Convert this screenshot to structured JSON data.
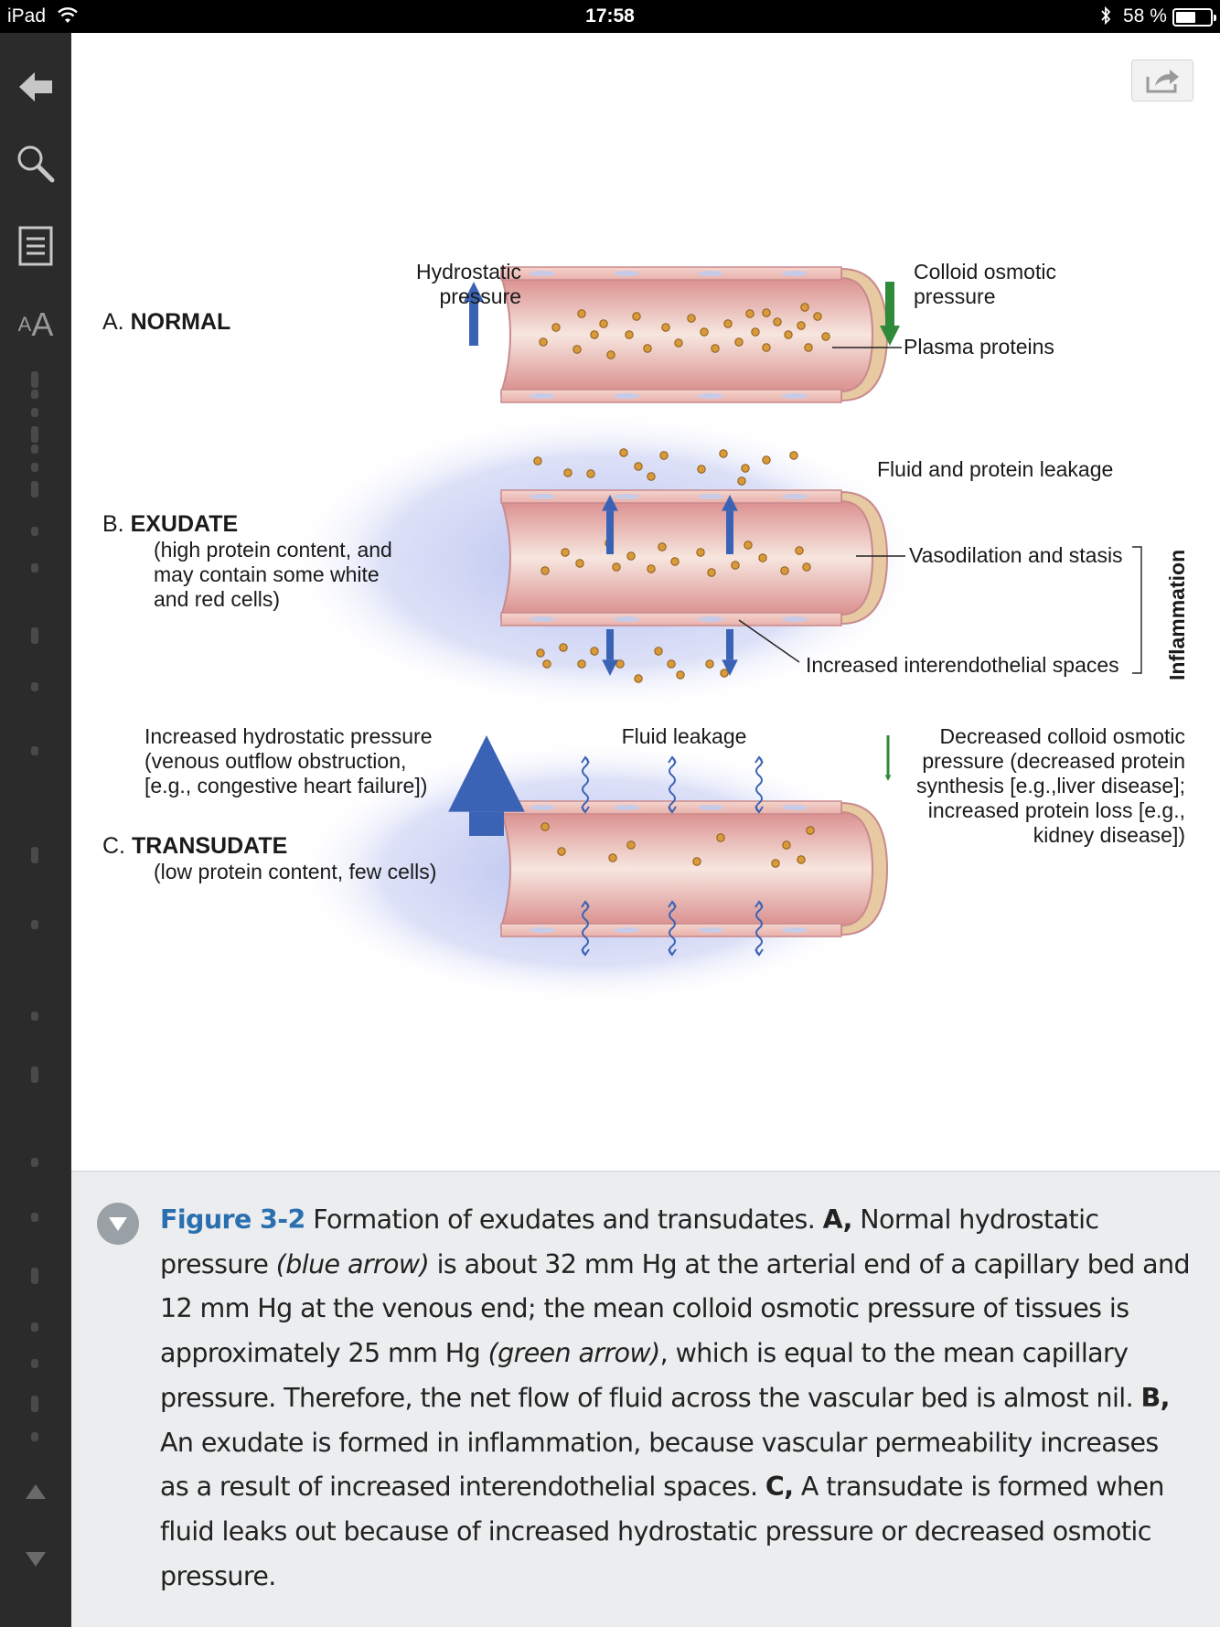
{
  "status_bar": {
    "carrier": "iPad",
    "time": "17:58",
    "battery_text": "58 %",
    "battery_level": 0.58
  },
  "toolbar": {
    "icons": [
      "back-arrow-icon",
      "search-icon",
      "table-of-contents-icon",
      "font-size-icon",
      "page-up-icon",
      "page-down-icon"
    ],
    "font_small": "A",
    "font_big": "A"
  },
  "figure": {
    "panel_a": {
      "letter": "A.",
      "title": "NORMAL",
      "hydrostatic_1": "Hydrostatic",
      "hydrostatic_2": "pressure",
      "colloid_1": "Colloid osmotic",
      "colloid_2": "pressure",
      "plasma_proteins": "Plasma proteins"
    },
    "panel_b": {
      "letter": "B.",
      "title": "EXUDATE",
      "desc_1": "(high protein content, and",
      "desc_2": "may contain some white",
      "desc_3": "and red cells)",
      "leakage": "Fluid and protein leakage",
      "vasodilation": "Vasodilation and stasis",
      "spaces": "Increased interendothelial spaces",
      "inflammation": "Inflammation"
    },
    "panel_c": {
      "letter": "C.",
      "title": "TRANSUDATE",
      "desc": "(low protein content, few cells)",
      "hydro_1": "Increased hydrostatic pressure",
      "hydro_2": "(venous outflow obstruction,",
      "hydro_3": "[e.g., congestive heart failure])",
      "fluid_leakage": "Fluid leakage",
      "colloid_1": "Decreased colloid osmotic",
      "colloid_2": "pressure (decreased protein",
      "colloid_3": "synthesis [e.g.,liver disease];",
      "colloid_4": "increased protein loss [e.g.,",
      "colloid_5": "kidney disease])"
    }
  },
  "caption": {
    "figure_ref": "Figure 3-2",
    "s1": " Formation of exudates and transudates. ",
    "a_label": "A,",
    "s2": " Normal hydrostatic pressure ",
    "blue_arrow": "(blue arrow)",
    "s3": " is about 32 mm Hg at the arterial end of a capillary bed and 12 mm Hg at the venous end; the mean colloid osmotic pressure of tissues is approximately 25 mm Hg ",
    "green_arrow": "(green arrow)",
    "s4": ", which is equal to the mean capillary pressure. Therefore, the net flow of fluid across the vascular bed is almost nil. ",
    "b_label": "B,",
    "s5": " An exudate is formed in inflammation, because vascular permeability increases as a result of increased interendothelial spaces. ",
    "c_label": "C,",
    "s6": " A transudate is formed when fluid leaks out because of increased hydrostatic pressure or decreased osmotic pressure."
  },
  "colors": {
    "accent_blue": "#2a6fb0",
    "arrow_blue": "#3b63b5",
    "arrow_green": "#2f8a3a",
    "vessel_pink": "#e8a7a5",
    "protein_orange": "#d99a3a",
    "toolbar_bg": "#2b2b2b",
    "caption_bg": "#ebedee"
  }
}
